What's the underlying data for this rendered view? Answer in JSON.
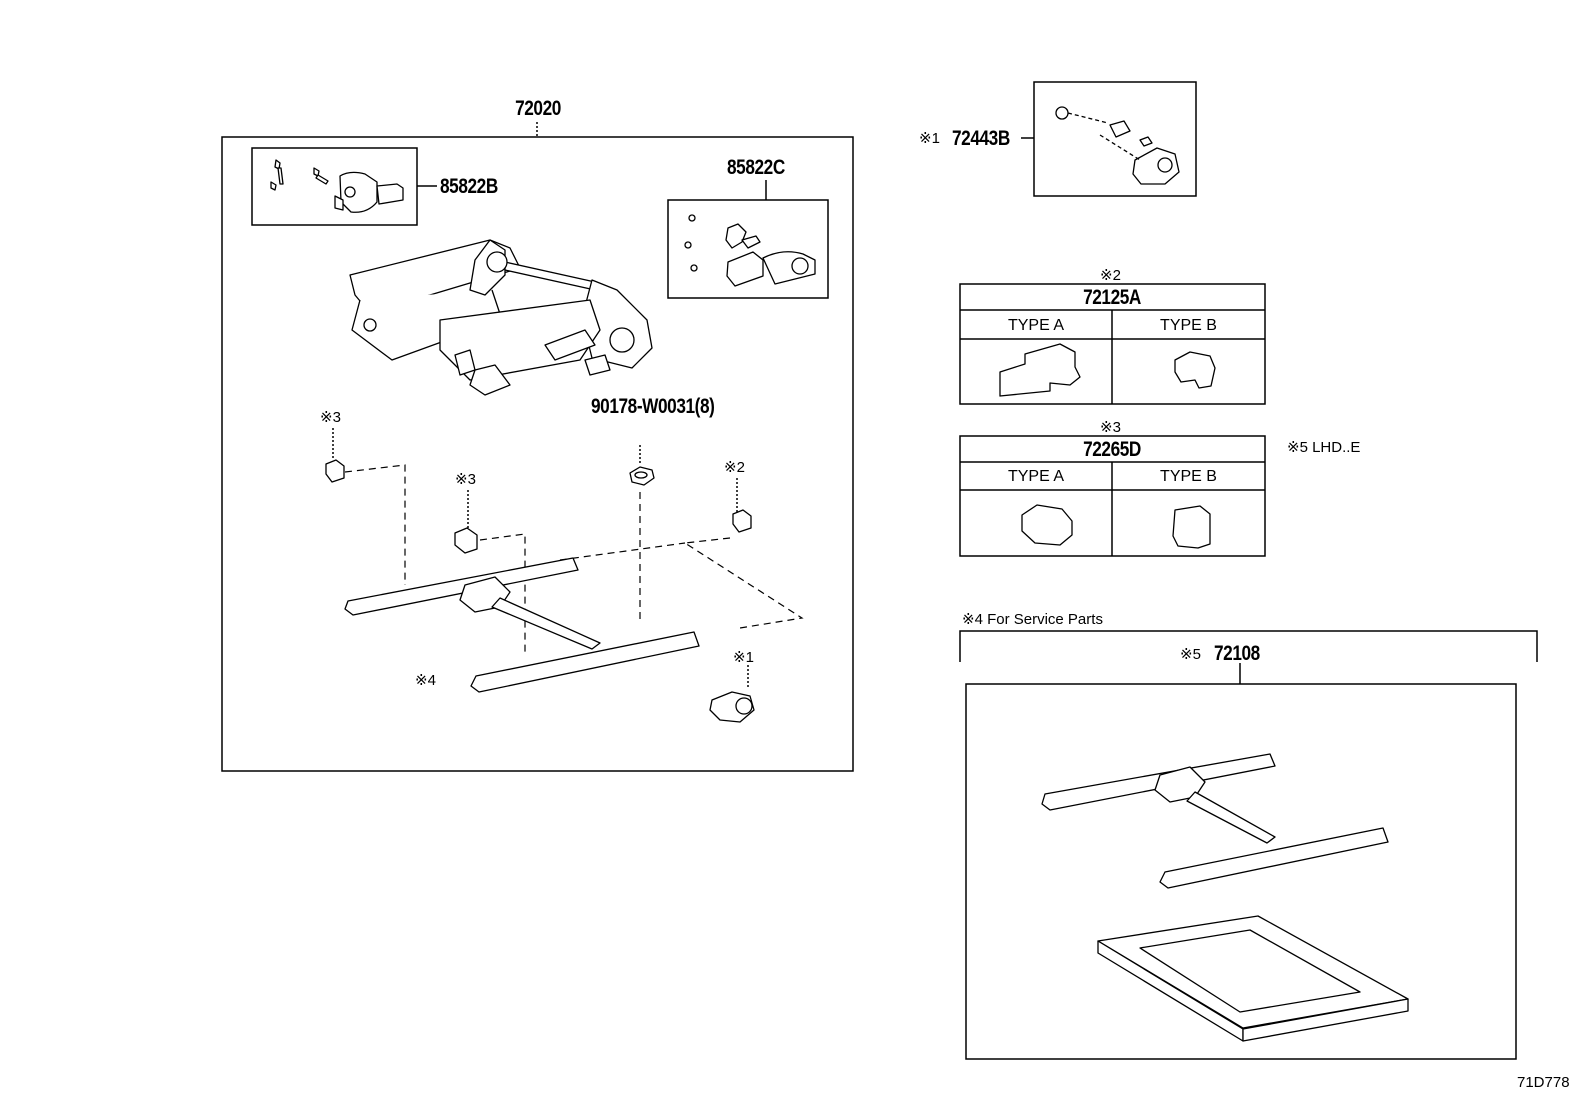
{
  "main_assembly": {
    "part": "72020",
    "sub_parts": {
      "motor_b": "85822B",
      "motor_c": "85822C",
      "nut": "90178-W0031(8)"
    },
    "callouts": {
      "note3_left": "※3",
      "note3_mid": "※3",
      "note2": "※2",
      "note1": "※1",
      "note4": "※4"
    }
  },
  "part_72443B": {
    "mark": "※1",
    "part": "72443B"
  },
  "table_72125A": {
    "mark": "※2",
    "part": "72125A",
    "type_a": "TYPE A",
    "type_b": "TYPE B"
  },
  "table_72265D": {
    "mark": "※3",
    "part": "72265D",
    "type_a": "TYPE A",
    "type_b": "TYPE B"
  },
  "note5": "※5 LHD..E",
  "service": {
    "note": "※4 For Service Parts",
    "mark": "※5",
    "part": "72108"
  },
  "diagram_id": "71D778"
}
